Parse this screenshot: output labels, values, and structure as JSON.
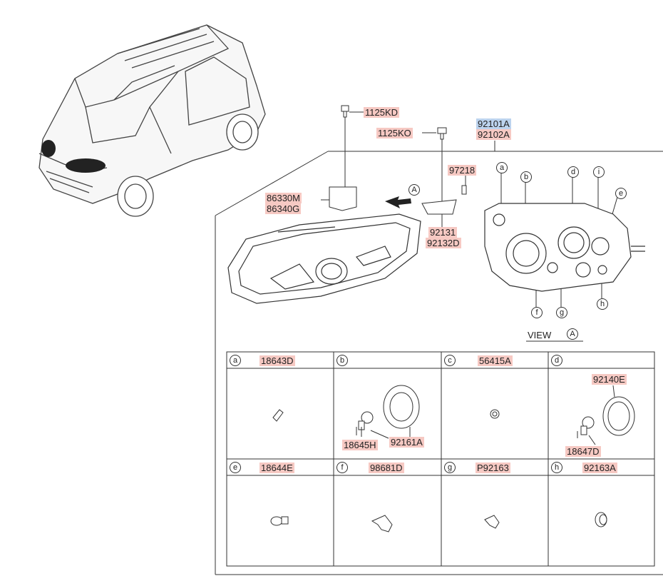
{
  "callouts": {
    "bolt_top": "1125KD",
    "bolt_side": "1125KO",
    "assy_1": "92101A",
    "assy_2": "92102A",
    "screw": "97218",
    "bracket_1": "86330M",
    "bracket_2": "86340G",
    "clip_1": "92131",
    "clip_2": "92132D",
    "view_arrow": "A",
    "view_label": "VIEW",
    "view_circle": "A",
    "rear_a": "a",
    "rear_b": "b",
    "rear_d": "d",
    "rear_i": "i",
    "rear_e": "e",
    "rear_f": "f",
    "rear_g": "g",
    "rear_h": "h"
  },
  "grid": {
    "cells": [
      {
        "letter": "a",
        "part": "18643D",
        "subs": []
      },
      {
        "letter": "b",
        "part": "",
        "subs": [
          "18645H",
          "92161A"
        ]
      },
      {
        "letter": "c",
        "part": "56415A",
        "subs": []
      },
      {
        "letter": "d",
        "part": "",
        "subs": [
          "92140E",
          "18647D"
        ]
      },
      {
        "letter": "e",
        "part": "18644E",
        "subs": []
      },
      {
        "letter": "f",
        "part": "98681D",
        "subs": []
      },
      {
        "letter": "g",
        "part": "P92163",
        "subs": []
      },
      {
        "letter": "h",
        "part": "92163A",
        "subs": []
      }
    ]
  },
  "colors": {
    "tag_bg": "#f6c9c3",
    "tag_blue_bg": "#bcd3ee",
    "line": "#333333"
  },
  "icons": [
    "car-illustration",
    "headlamp-assembly",
    "headlamp-rear-view",
    "bulb-icon",
    "socket-icon",
    "cap-icon",
    "grommet-icon"
  ]
}
